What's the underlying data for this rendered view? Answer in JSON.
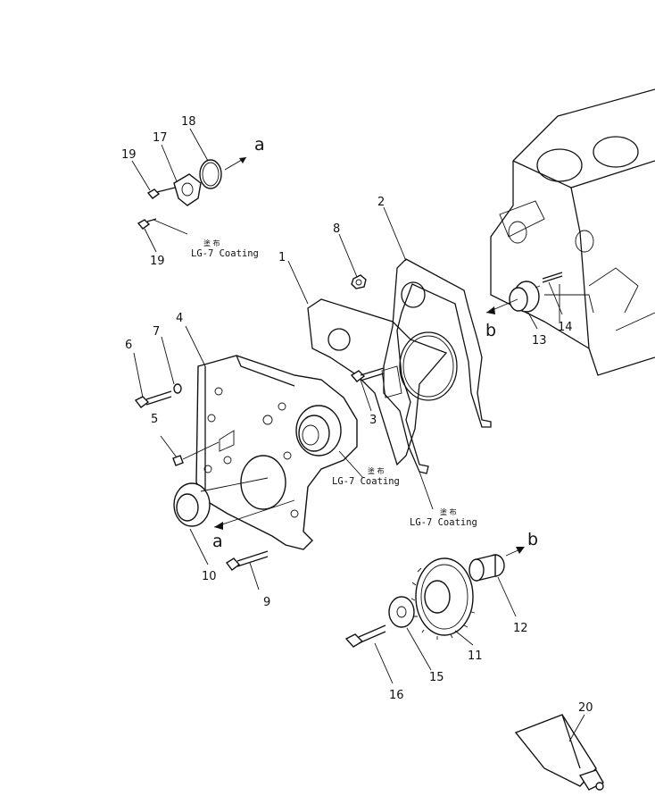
{
  "callouts": {
    "n1": "1",
    "n2": "2",
    "n3": "3",
    "n4": "4",
    "n5": "5",
    "n6": "6",
    "n7": "7",
    "n8": "8",
    "n9": "9",
    "n10": "10",
    "n11": "11",
    "n12": "12",
    "n13": "13",
    "n14": "14",
    "n15": "15",
    "n16": "16",
    "n17": "17",
    "n18": "18",
    "n19a": "19",
    "n19b": "19",
    "n20": "20"
  },
  "arrows": {
    "a_top": "a",
    "a_bottom": "a",
    "b_left": "b",
    "b_right": "b"
  },
  "notes": {
    "coating_cjk": "塗 布",
    "coating_text": "LG-7 Coating"
  }
}
